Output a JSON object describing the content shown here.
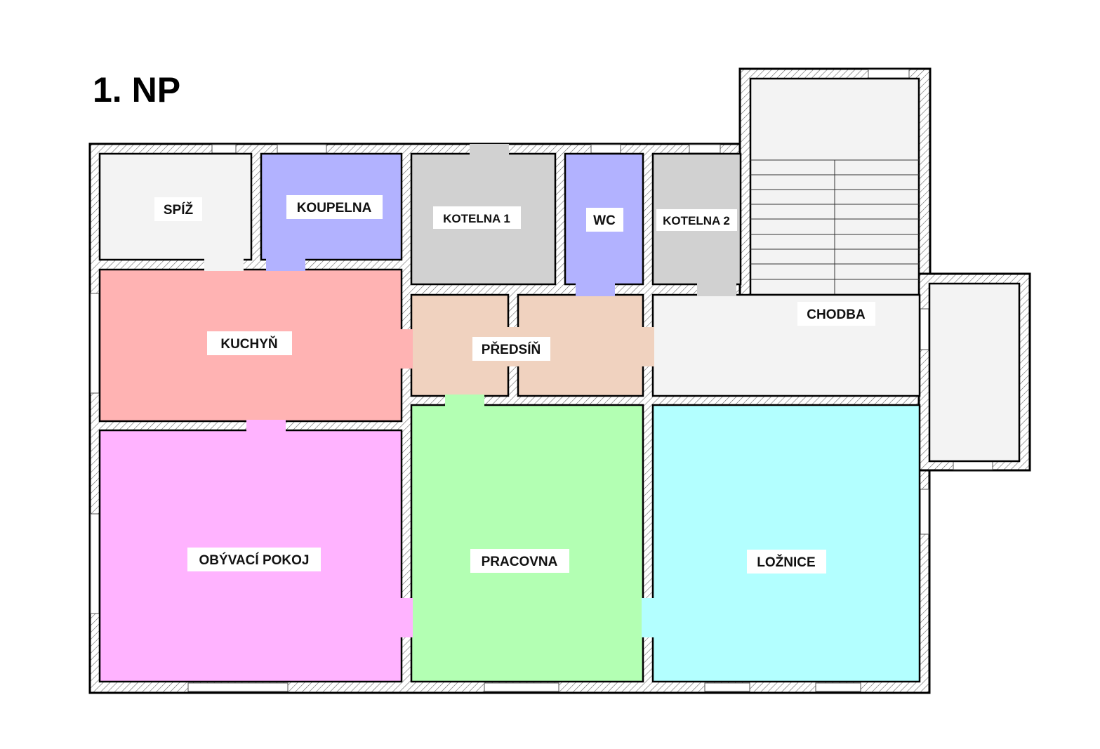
{
  "floor_title": "1. NP",
  "rooms": [
    {
      "id": "spiz",
      "label": "SPÍŽ",
      "color": "#f3f3f3"
    },
    {
      "id": "koupelna",
      "label": "KOUPELNA",
      "color": "#b2b2ff"
    },
    {
      "id": "kotelna1",
      "label": "KOTELNA 1",
      "color": "#d1d1d1"
    },
    {
      "id": "wc",
      "label": "WC",
      "color": "#b2b2ff"
    },
    {
      "id": "kotelna2",
      "label": "KOTELNA 2",
      "color": "#d1d1d1"
    },
    {
      "id": "kuchyn",
      "label": "KUCHYŇ",
      "color": "#ffb3b3"
    },
    {
      "id": "predsin",
      "label": "PŘEDSÍŇ",
      "color": "#f0d2bf"
    },
    {
      "id": "chodba",
      "label": "CHODBA",
      "color": "#f3f3f3"
    },
    {
      "id": "obyvaci",
      "label": "OBÝVACÍ POKOJ",
      "color": "#ffb3ff"
    },
    {
      "id": "pracovna",
      "label": "PRACOVNA",
      "color": "#b3ffb3"
    },
    {
      "id": "loznice",
      "label": "LOŽNICE",
      "color": "#b3ffff"
    }
  ],
  "colors": {
    "wall_fill": "#ffffff",
    "wall_hatch": "#555555",
    "wall_outline": "#000000",
    "staircase": "#f3f3f3",
    "porch": "#f3f3f3"
  }
}
